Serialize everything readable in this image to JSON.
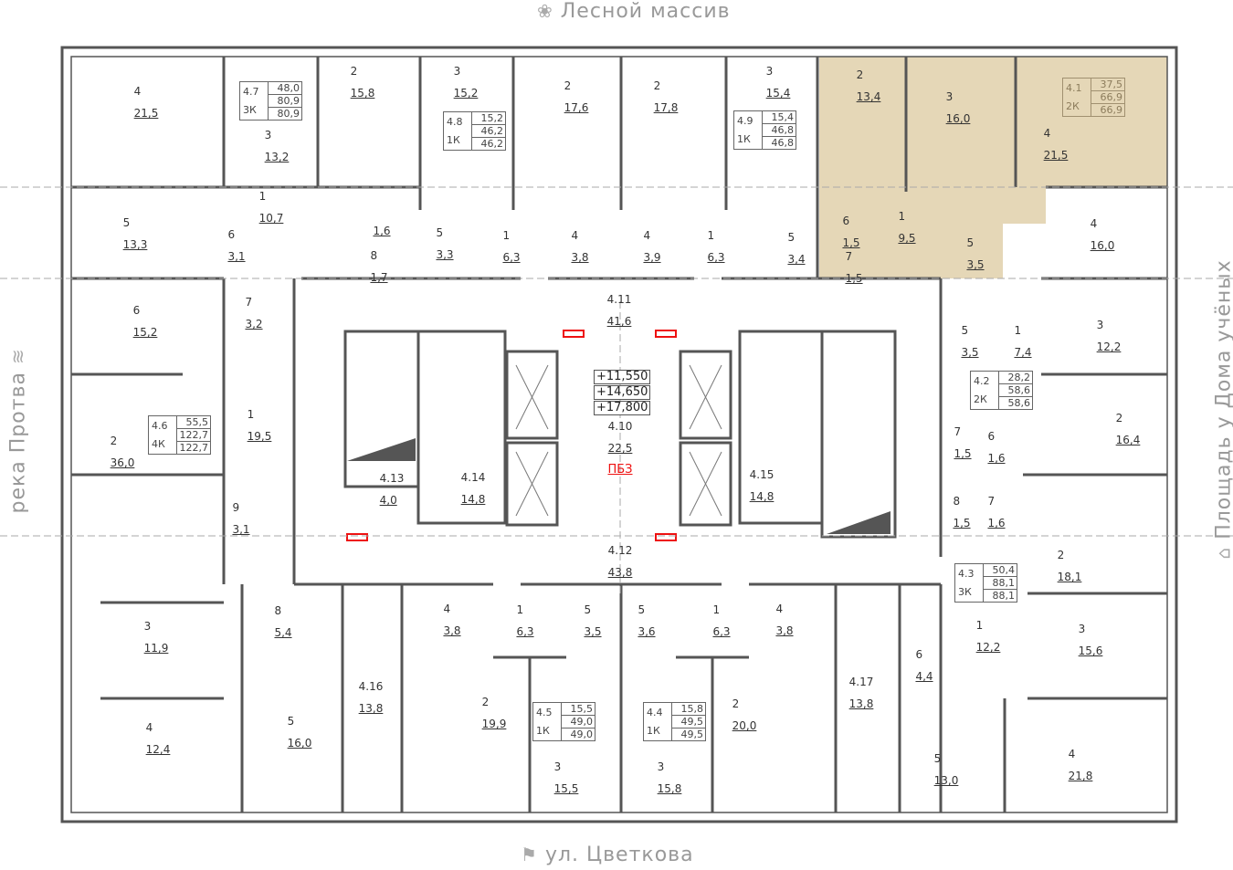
{
  "directions": {
    "north": "Лесной массив",
    "south": "ул. Цветкова",
    "west": "река Протва",
    "east": "Площадь у Дома учёных"
  },
  "highlight_color": "#e2d3af",
  "rooms": [
    {
      "n": "4",
      "a": "21,5"
    },
    {
      "n": "3",
      "a": "13,2"
    },
    {
      "n": "2",
      "a": "15,8"
    },
    {
      "n": "3",
      "a": "15,2"
    },
    {
      "n": "2",
      "a": "17,6"
    },
    {
      "n": "2",
      "a": "17,8"
    },
    {
      "n": "3",
      "a": "15,4"
    },
    {
      "n": "2",
      "a": "13,4"
    },
    {
      "n": "3",
      "a": "16,0"
    },
    {
      "n": "4",
      "a": "21,5"
    },
    {
      "n": "1",
      "a": "10,7"
    },
    {
      "n": "5",
      "a": "13,3"
    },
    {
      "n": "6",
      "a": "3,1"
    },
    {
      "n": "",
      "a": "1,6"
    },
    {
      "n": "8",
      "a": "1,7"
    },
    {
      "n": "5",
      "a": "3,3"
    },
    {
      "n": "1",
      "a": "6,3"
    },
    {
      "n": "4",
      "a": "3,8"
    },
    {
      "n": "4",
      "a": "3,9"
    },
    {
      "n": "1",
      "a": "6,3"
    },
    {
      "n": "5",
      "a": "3,4"
    },
    {
      "n": "6",
      "a": "1,5"
    },
    {
      "n": "1",
      "a": "9,5"
    },
    {
      "n": "5",
      "a": "3,5"
    },
    {
      "n": "7",
      "a": "1,5"
    },
    {
      "n": "4",
      "a": "16,0"
    },
    {
      "n": "6",
      "a": "15,2"
    },
    {
      "n": "7",
      "a": "3,2"
    },
    {
      "n": "4.11",
      "a": "41,6"
    },
    {
      "n": "5",
      "a": "3,5"
    },
    {
      "n": "1",
      "a": "7,4"
    },
    {
      "n": "3",
      "a": "12,2"
    },
    {
      "n": "1",
      "a": "19,5"
    },
    {
      "n": "2",
      "a": "36,0"
    },
    {
      "n": "4.10",
      "a": "22,5"
    },
    {
      "n": "7",
      "a": "1,5"
    },
    {
      "n": "6",
      "a": "1,6"
    },
    {
      "n": "2",
      "a": "16,4"
    },
    {
      "n": "4.13",
      "a": "4,0"
    },
    {
      "n": "4.14",
      "a": "14,8"
    },
    {
      "n": "4.15",
      "a": "14,8"
    },
    {
      "n": "9",
      "a": "3,1"
    },
    {
      "n": "8",
      "a": "1,5"
    },
    {
      "n": "7",
      "a": "1,6"
    },
    {
      "n": "4.12",
      "a": "43,8"
    },
    {
      "n": "2",
      "a": "18,1"
    },
    {
      "n": "8",
      "a": "5,4"
    },
    {
      "n": "4",
      "a": "3,8"
    },
    {
      "n": "1",
      "a": "6,3"
    },
    {
      "n": "5",
      "a": "3,5"
    },
    {
      "n": "5",
      "a": "3,6"
    },
    {
      "n": "1",
      "a": "6,3"
    },
    {
      "n": "4",
      "a": "3,8"
    },
    {
      "n": "3",
      "a": "11,9"
    },
    {
      "n": "1",
      "a": "12,2"
    },
    {
      "n": "3",
      "a": "15,6"
    },
    {
      "n": "6",
      "a": "4,4"
    },
    {
      "n": "4.16",
      "a": "13,8"
    },
    {
      "n": "4.17",
      "a": "13,8"
    },
    {
      "n": "2",
      "a": "19,9"
    },
    {
      "n": "2",
      "a": "20,0"
    },
    {
      "n": "4",
      "a": "12,4"
    },
    {
      "n": "5",
      "a": "16,0"
    },
    {
      "n": "3",
      "a": "15,5"
    },
    {
      "n": "3",
      "a": "15,8"
    },
    {
      "n": "5",
      "a": "13,0"
    },
    {
      "n": "4",
      "a": "21,8"
    }
  ],
  "apartments": [
    {
      "id": "4.7",
      "type": "3К",
      "v": [
        "48,0",
        "80,9",
        "80,9"
      ]
    },
    {
      "id": "4.8",
      "type": "1К",
      "v": [
        "15,2",
        "46,2",
        "46,2"
      ]
    },
    {
      "id": "4.9",
      "type": "1К",
      "v": [
        "15,4",
        "46,8",
        "46,8"
      ]
    },
    {
      "id": "4.1",
      "type": "2К",
      "v": [
        "37,5",
        "66,9",
        "66,9"
      ],
      "selected": true
    },
    {
      "id": "4.6",
      "type": "4К",
      "v": [
        "55,5",
        "122,7",
        "122,7"
      ]
    },
    {
      "id": "4.2",
      "type": "2К",
      "v": [
        "28,2",
        "58,6",
        "58,6"
      ]
    },
    {
      "id": "4.3",
      "type": "3К",
      "v": [
        "50,4",
        "88,1",
        "88,1"
      ]
    },
    {
      "id": "4.5",
      "type": "1К",
      "v": [
        "15,5",
        "49,0",
        "49,0"
      ]
    },
    {
      "id": "4.4",
      "type": "1К",
      "v": [
        "15,8",
        "49,5",
        "49,5"
      ]
    }
  ],
  "elevations": [
    "+11,550",
    "+14,650",
    "+17,800"
  ],
  "pbz_label": "ПБЗ"
}
